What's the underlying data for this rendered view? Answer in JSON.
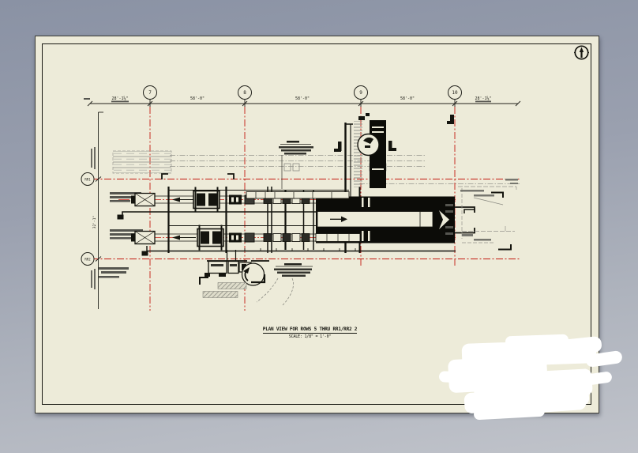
{
  "colors": {
    "background_top": "#8a92a4",
    "background_bottom": "#c0c3ca",
    "paper": "#edebd9",
    "ink": "#1b1b15",
    "centerline_red": "#c41a10",
    "ghost_gray": "#94948c"
  },
  "north_indicator": {
    "icon": "north-arrow"
  },
  "grid_columns": [
    {
      "label": "7"
    },
    {
      "label": "8"
    },
    {
      "label": "9"
    },
    {
      "label": "10"
    }
  ],
  "grid_rows": [
    {
      "label": "RR1"
    },
    {
      "label": "RR2"
    }
  ],
  "dimensions_top": [
    {
      "label": "28'-1⅝\""
    },
    {
      "label": "58'-0\""
    },
    {
      "label": "58'-0\""
    },
    {
      "label": "58'-0\""
    },
    {
      "label": "28'-1⅝\""
    }
  ],
  "dimension_left": {
    "label": "32'-1\""
  },
  "title_block": {
    "title": "PLAN VIEW FOR ROWS 5 THRU RR1/RR2  2",
    "scale": "SCALE: 1/8\" = 1'-0\""
  }
}
